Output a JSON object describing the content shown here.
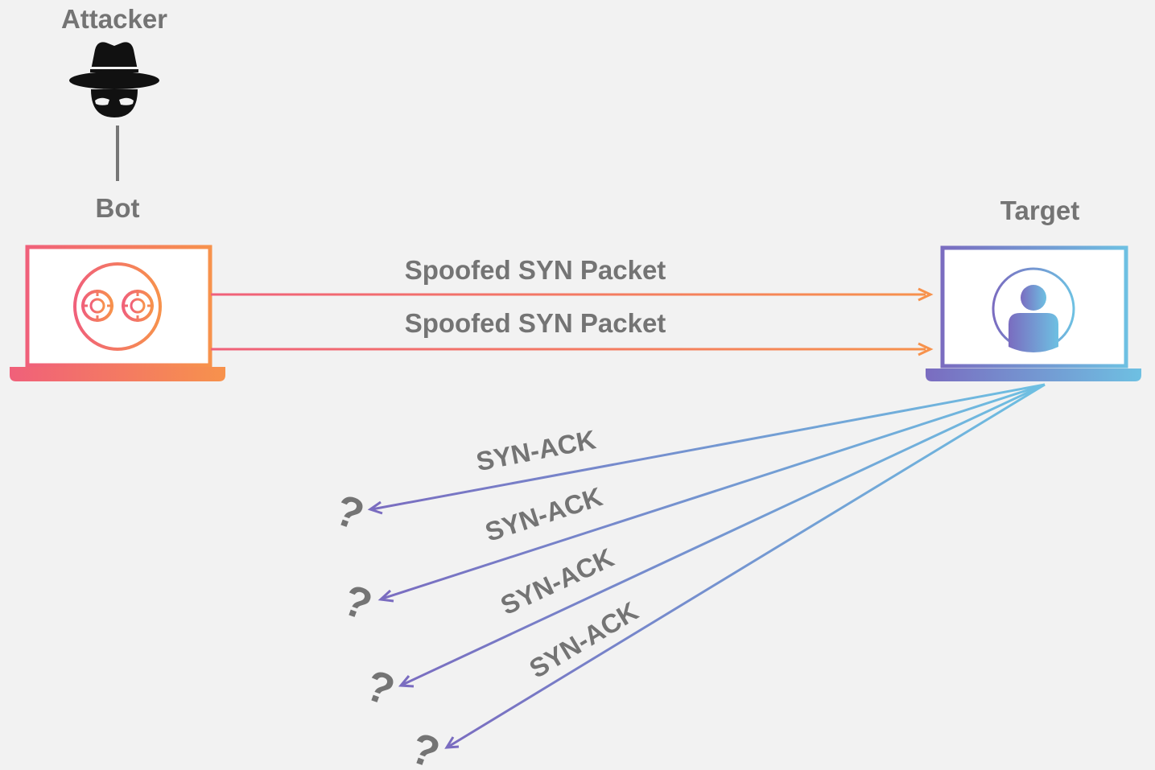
{
  "attacker": {
    "label": "Attacker",
    "icon": "spy-hat-mask-icon"
  },
  "bot": {
    "label": "Bot",
    "icon": "robot-face-icon",
    "device": "laptop-icon"
  },
  "target": {
    "label": "Target",
    "icon": "user-avatar-icon",
    "device": "laptop-icon"
  },
  "syn_packets": [
    "Spoofed SYN Packet",
    "Spoofed SYN Packet"
  ],
  "syn_ack_replies": [
    "SYN-ACK",
    "SYN-ACK",
    "SYN-ACK",
    "SYN-ACK"
  ],
  "unknown_marker": "?",
  "colors": {
    "background": "#f2f2f2",
    "label_gray": "#747474",
    "bot_gradient": [
      "#f0607a",
      "#f7924c"
    ],
    "target_gradient": [
      "#7a6cc0",
      "#6ec0e2"
    ],
    "attacker_icon": "#111111"
  }
}
